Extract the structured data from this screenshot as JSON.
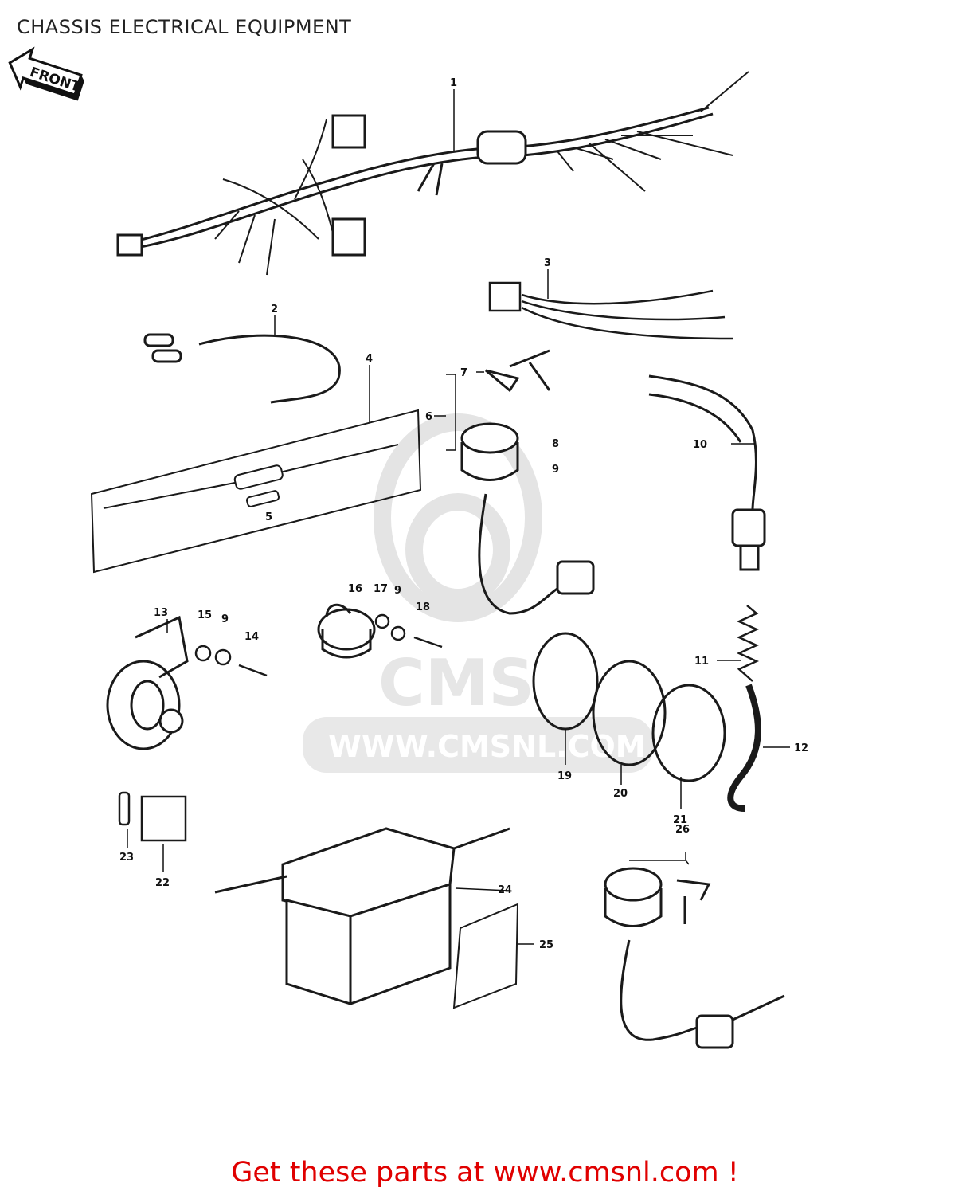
{
  "header": {
    "title": "CHASSIS ELECTRICAL EQUIPMENT"
  },
  "front_arrow": {
    "label": "FRONT"
  },
  "watermark": {
    "logo_text": "CMS",
    "url_text": "WWW.CMSNL.COM"
  },
  "callouts": [
    "1",
    "2",
    "3",
    "4",
    "5",
    "6",
    "7",
    "8",
    "9",
    "10",
    "11",
    "12",
    "13",
    "15",
    "9",
    "14",
    "16",
    "17",
    "9",
    "18",
    "19",
    "20",
    "21",
    "23",
    "22",
    "24",
    "25",
    "26"
  ],
  "footer": {
    "cta": "Get these parts at www.cmsnl.com !"
  },
  "colors": {
    "cta": "#e00000",
    "line_art": "#1a1a1a",
    "watermark": "#e4e4e4"
  }
}
